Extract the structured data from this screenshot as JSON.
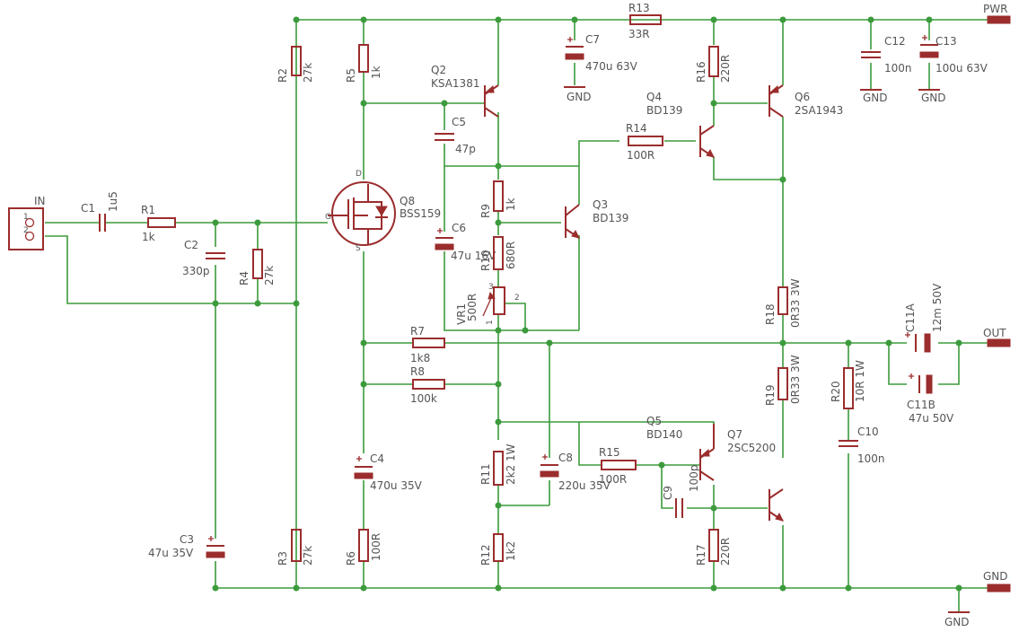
{
  "colors": {
    "wire": "#3c9b3c",
    "part": "#9b2d2d",
    "text": "#555555"
  },
  "nets": {
    "pwr": "PWR",
    "gnd": "GND",
    "out": "OUT",
    "in": "IN"
  },
  "connector": {
    "pin1": "1",
    "pin2": "2"
  },
  "parts": {
    "C1": {
      "name": "C1",
      "value": "1u5"
    },
    "R1": {
      "name": "R1",
      "value": "1k"
    },
    "C2": {
      "name": "C2",
      "value": "330p"
    },
    "R4": {
      "name": "R4",
      "value": "27k"
    },
    "R2": {
      "name": "R2",
      "value": "27k"
    },
    "R3": {
      "name": "R3",
      "value": "27k"
    },
    "C3": {
      "name": "C3",
      "value": "47u 35V"
    },
    "R5": {
      "name": "R5",
      "value": "1k"
    },
    "R6": {
      "name": "R6",
      "value": "100R"
    },
    "C4": {
      "name": "C4",
      "value": "470u 35V"
    },
    "Q8": {
      "name": "Q8",
      "value": "BSS159",
      "pins": [
        "D",
        "G",
        "S"
      ]
    },
    "Q2": {
      "name": "Q2",
      "value": "KSA1381"
    },
    "C5": {
      "name": "C5",
      "value": "47p"
    },
    "C6": {
      "name": "C6",
      "value": "47u 16V"
    },
    "R9": {
      "name": "R9",
      "value": "1k"
    },
    "R10": {
      "name": "R10",
      "value": "680R"
    },
    "VR1": {
      "name": "VR1",
      "value": "500R",
      "pins": [
        "1",
        "2",
        "3"
      ]
    },
    "Q3": {
      "name": "Q3",
      "value": "BD139"
    },
    "C7": {
      "name": "C7",
      "value": "470u 63V"
    },
    "R13": {
      "name": "R13",
      "value": "33R"
    },
    "R14": {
      "name": "R14",
      "value": "100R"
    },
    "Q4": {
      "name": "Q4",
      "value": "BD139"
    },
    "R16": {
      "name": "R16",
      "value": "220R"
    },
    "Q6": {
      "name": "Q6",
      "value": "2SA1943"
    },
    "C12": {
      "name": "C12",
      "value": "100n"
    },
    "C13": {
      "name": "C13",
      "value": "100u 63V"
    },
    "R7": {
      "name": "R7",
      "value": "1k8"
    },
    "R8": {
      "name": "R8",
      "value": "100k"
    },
    "R18": {
      "name": "R18",
      "value": "0R33 3W"
    },
    "R19": {
      "name": "R19",
      "value": "0R33 3W"
    },
    "R20": {
      "name": "R20",
      "value": "10R 1W"
    },
    "C10": {
      "name": "C10",
      "value": "100n"
    },
    "C11A": {
      "name": "C11A",
      "value": "12m 50V"
    },
    "C11B": {
      "name": "C11B",
      "value": "47u 50V"
    },
    "R11": {
      "name": "R11",
      "value": "2k2 1W"
    },
    "C8": {
      "name": "C8",
      "value": "220u 35V"
    },
    "R12": {
      "name": "R12",
      "value": "1k2"
    },
    "R15": {
      "name": "R15",
      "value": "100R"
    },
    "Q5": {
      "name": "Q5",
      "value": "BD140"
    },
    "Q7": {
      "name": "Q7",
      "value": "2SC5200"
    },
    "C9": {
      "name": "C9",
      "value": "100p"
    },
    "R17": {
      "name": "R17",
      "value": "220R"
    }
  }
}
